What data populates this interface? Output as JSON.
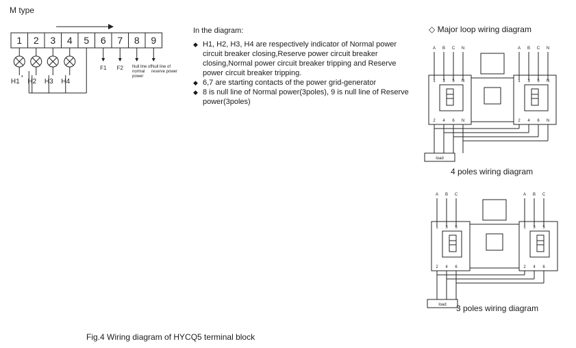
{
  "m_type_label": "M type",
  "terminals": [
    "1",
    "2",
    "3",
    "4",
    "5",
    "6",
    "7",
    "8",
    "9"
  ],
  "indicator_labels": [
    "H1",
    "H2",
    "H3",
    "H4"
  ],
  "f_labels": [
    "F1",
    "F2"
  ],
  "null_normal": "Null line of normal power",
  "null_reserve": "Null line of reserve power",
  "notes": {
    "header": "In the diagram:",
    "items": [
      "H1, H2, H3, H4 are respectively indicator of Normal power circuit breaker closing,Reserve power circuit breaker closing,Normal power circuit breaker tripping and Reserve power circuit breaker tripping.",
      "6,7 are starting contacts of the power grid-generator",
      "8 is null line of Normal power(3poles), 9 is null line of Reserve power(3poles)"
    ]
  },
  "major_loop_title": "Major loop wiring diagram",
  "four_pole": {
    "phases": [
      "A",
      "B",
      "C",
      "N"
    ],
    "top_terms": [
      "1",
      "3",
      "5",
      "N"
    ],
    "bottom_terms": [
      "2",
      "4",
      "6",
      "N"
    ],
    "load": "load",
    "caption": "4 poles wiring diagram"
  },
  "three_pole": {
    "phases": [
      "A",
      "B",
      "C"
    ],
    "top_terms": [
      "1",
      "3",
      "5"
    ],
    "bottom_terms": [
      "2",
      "4",
      "6"
    ],
    "load": "load",
    "caption": "3 poles wiring diagram"
  },
  "figure_caption": "Fig.4 Wiring diagram of HYCQ5 terminal block"
}
